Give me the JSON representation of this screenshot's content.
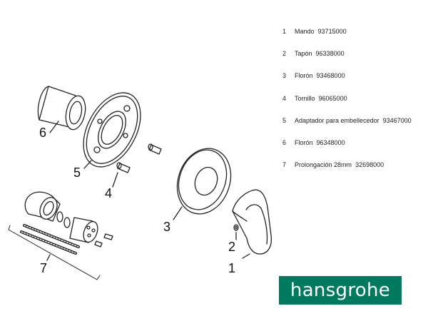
{
  "parts": [
    {
      "num": "1",
      "name": "Mando",
      "code": "93715000"
    },
    {
      "num": "2",
      "name": "Tapón",
      "code": "96338000"
    },
    {
      "num": "3",
      "name": "Florón",
      "code": "93468000"
    },
    {
      "num": "4",
      "name": "Tornillo",
      "code": "96065000"
    },
    {
      "num": "5",
      "name": "Adaptador para embellecedor",
      "code": "93467000"
    },
    {
      "num": "6",
      "name": "Florón",
      "code": "96348000"
    },
    {
      "num": "7",
      "name": "Prolongación 28mm",
      "code": "32698000"
    }
  ],
  "callouts": {
    "c1": "1",
    "c2": "2",
    "c3": "3",
    "c4": "4",
    "c5": "5",
    "c6": "6",
    "c7": "7"
  },
  "brand": {
    "logo_text": "hansgrohe",
    "logo_color": "#007a5e"
  }
}
